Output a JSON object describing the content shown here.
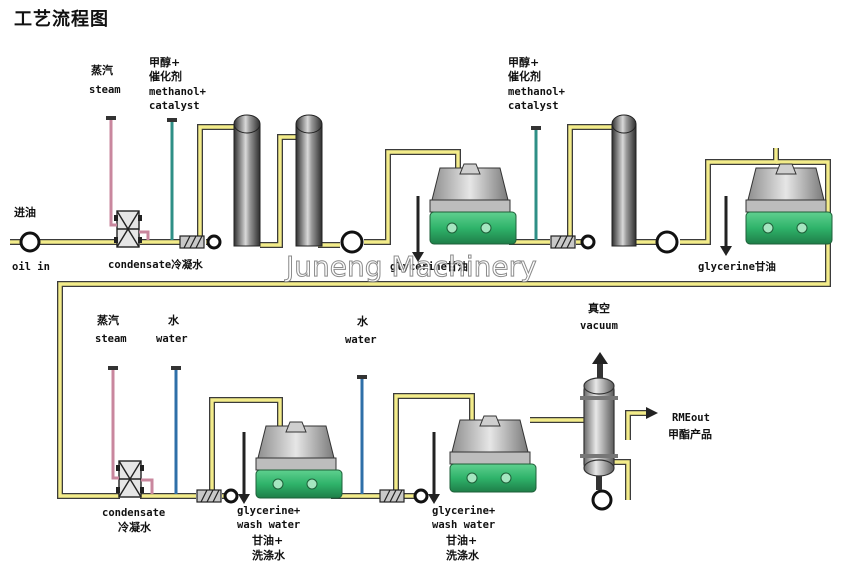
{
  "title": "工艺流程图",
  "watermark": "Juneng Machinery",
  "labels": {
    "feed_oil_cn": "进油",
    "feed_oil_en": "oil in",
    "steam1_cn": "蒸汽",
    "steam1_en": "steam",
    "methanol1_cn1": "甲醇+",
    "methanol1_cn2": "催化剂",
    "methanol1_en1": "methanol+",
    "methanol1_en2": "catalyst",
    "condensate1": "condensate冷凝水",
    "methanol2_cn1": "甲醇+",
    "methanol2_cn2": "催化剂",
    "methanol2_en1": "methanol+",
    "methanol2_en2": "catalyst",
    "glycerine1": "glycerine甘油",
    "glycerine2": "glycerine甘油",
    "steam2_cn": "蒸汽",
    "steam2_en": "steam",
    "water1_cn": "水",
    "water1_en": "water",
    "condensate2_en": "condensate",
    "condensate2_cn": "冷凝水",
    "water2_cn": "水",
    "water2_en": "water",
    "wash1_en1": "glycerine+",
    "wash1_en2": "wash water",
    "wash1_cn1": "甘油+",
    "wash1_cn2": "洗涤水",
    "wash2_en1": "glycerine+",
    "wash2_en2": "wash water",
    "wash2_cn1": "甘油+",
    "wash2_cn2": "洗涤水",
    "vacuum_cn": "真空",
    "vacuum_en": "vacuum",
    "rme_en": "RMEout",
    "rme_cn": "甲酯产品"
  },
  "colors": {
    "pipe_fill": "#f3ec8a",
    "pipe_outline": "#3b3b3b",
    "steam_line": "#c9879e",
    "methanol_line": "#2f8f86",
    "water_line": "#2f6fa8",
    "motor": "#2fb36a",
    "column_dark": "#4a4a4a"
  }
}
